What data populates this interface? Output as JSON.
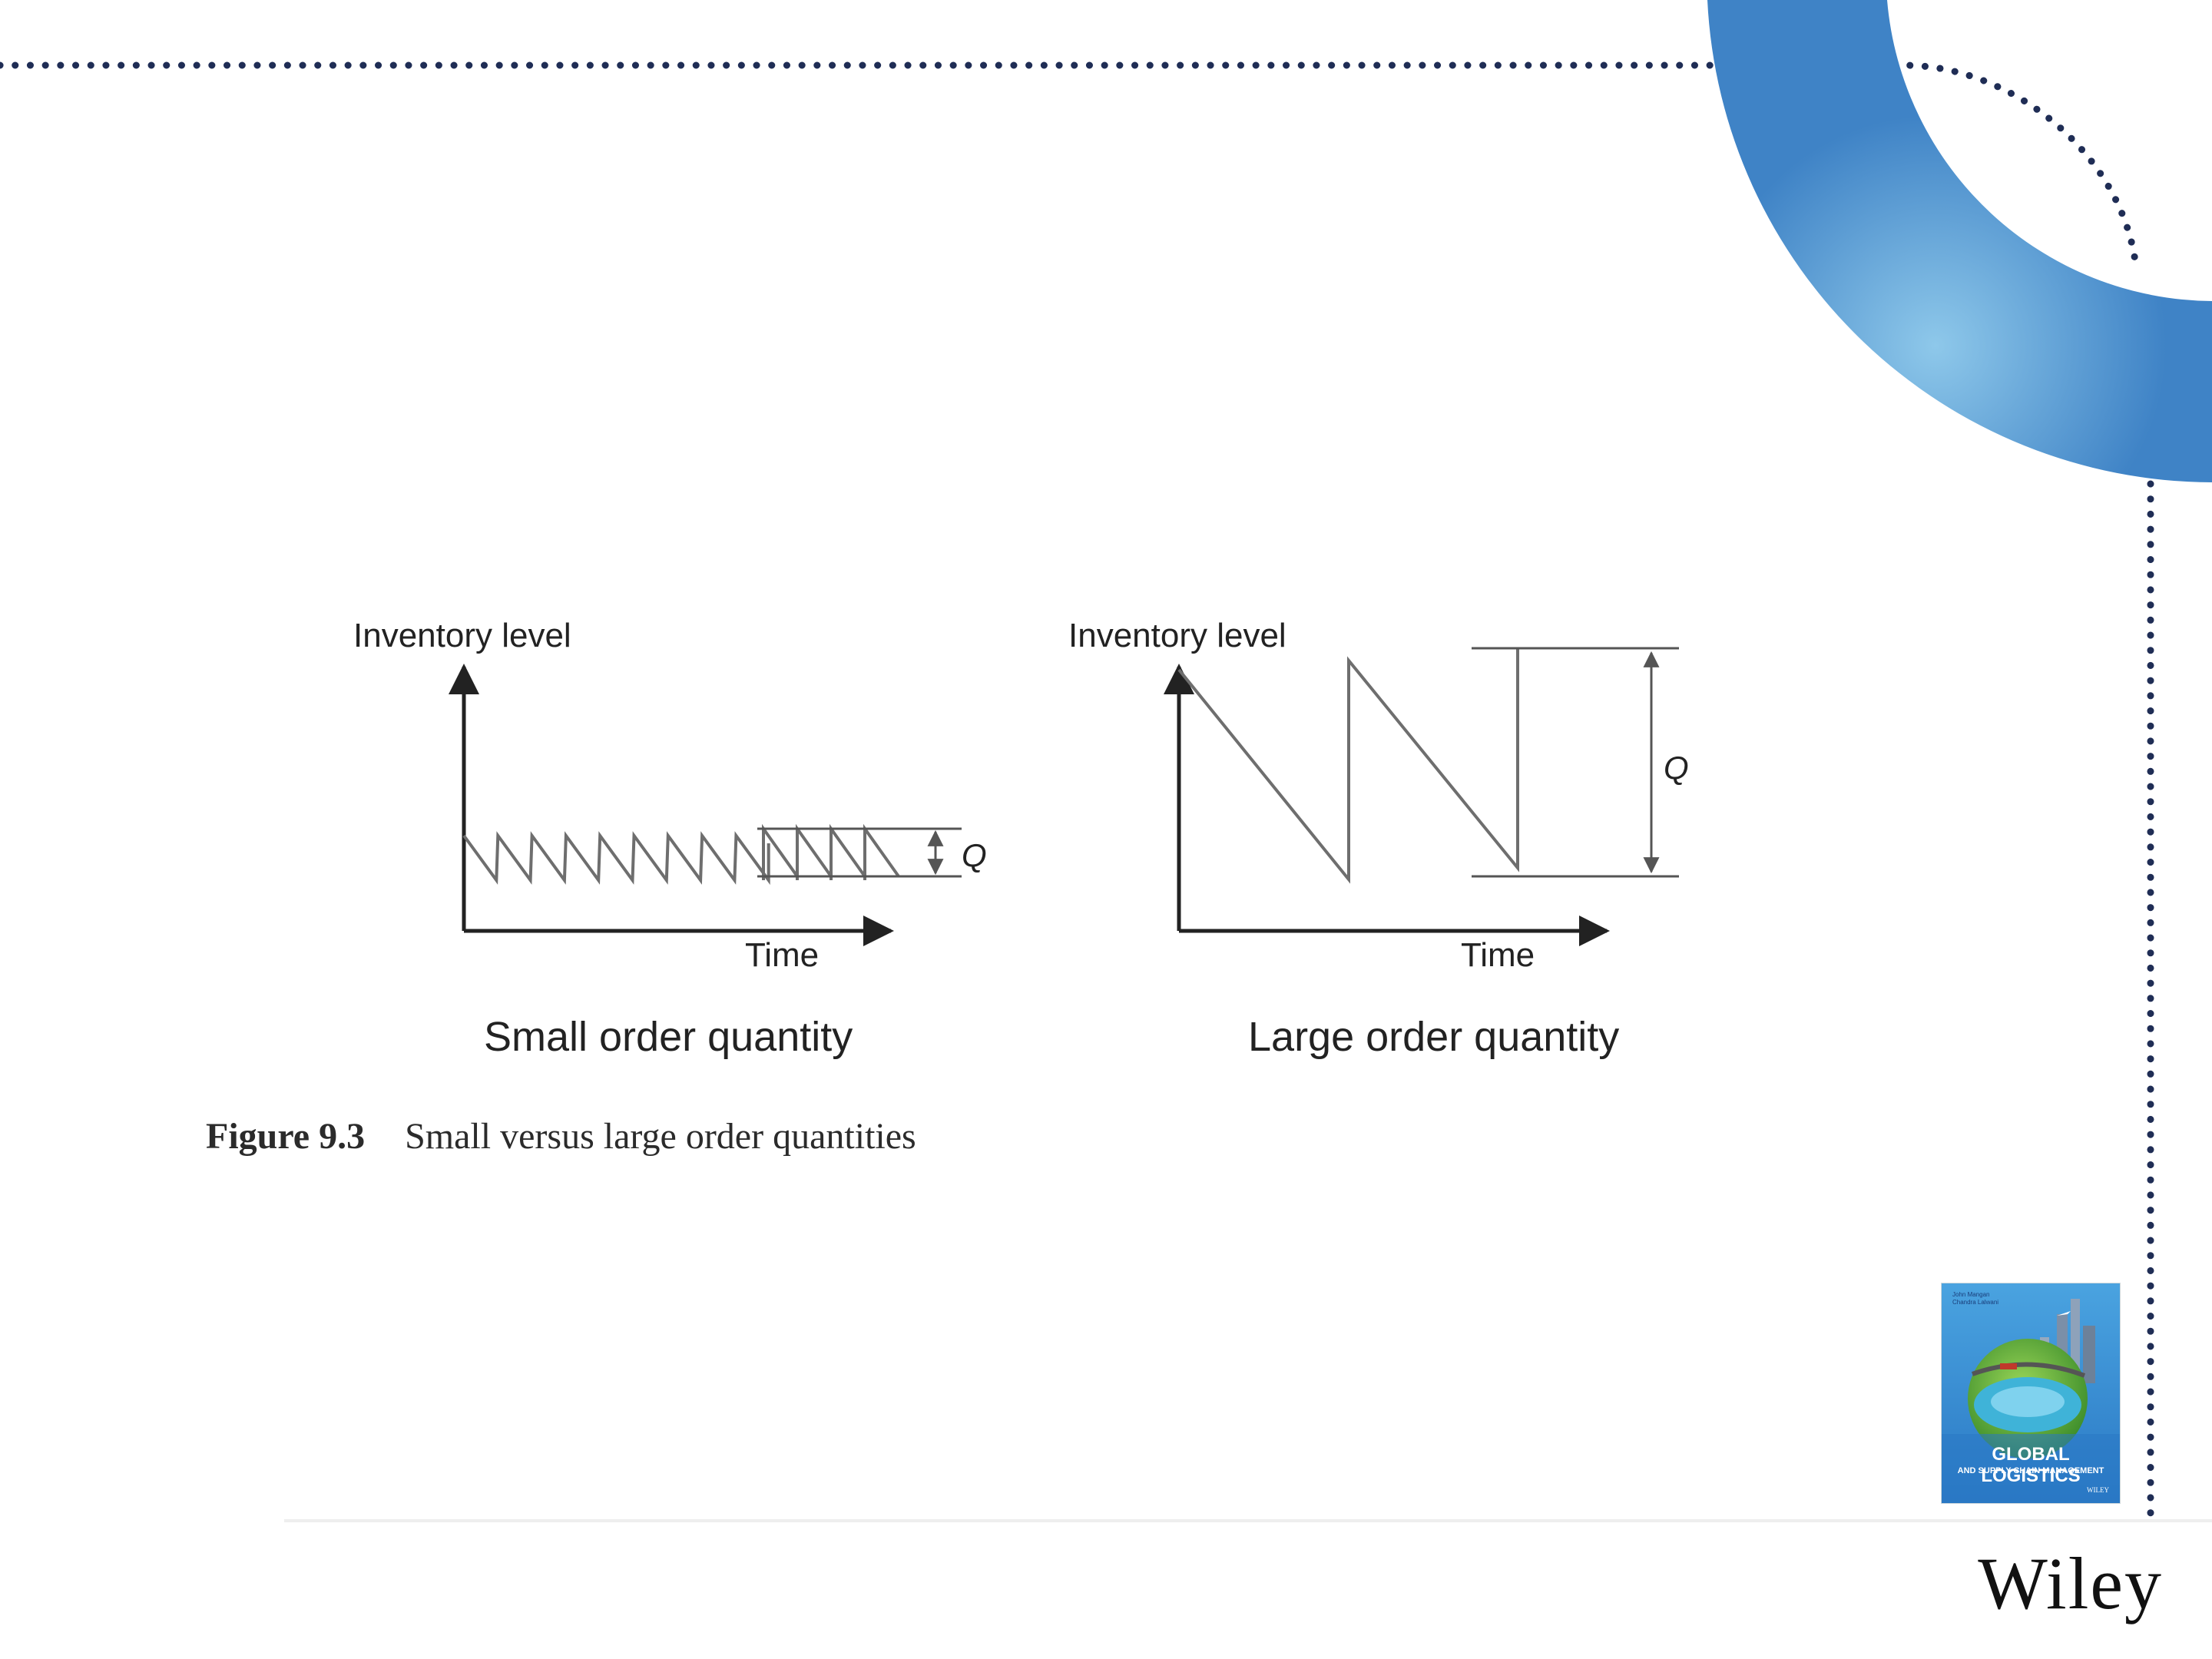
{
  "colors": {
    "accent_blue_dark": "#3f83c6",
    "accent_blue_light": "#8ec8ea",
    "dots": "#1f2d55",
    "line": "#6e6e6e",
    "axis": "#222222",
    "text": "#222222"
  },
  "figure": {
    "left_panel": {
      "y_axis_label": "Inventory level",
      "x_axis_label": "Time",
      "quantity_label": "Q",
      "panel_title": "Small order quantity"
    },
    "right_panel": {
      "y_axis_label": "Inventory level",
      "x_axis_label": "Time",
      "quantity_label": "Q",
      "panel_title": "Large order quantity"
    },
    "caption": {
      "number": "Figure 9.3",
      "text": "Small versus large order quantities"
    }
  },
  "branding": {
    "book_cover": {
      "title": "GLOBAL LOGISTICS",
      "subtitle": "AND SUPPLY CHAIN MANAGEMENT",
      "publisher": "WILEY",
      "authors": "John Mangan\nChandra Lalwani"
    },
    "publisher_logo": "Wiley"
  }
}
